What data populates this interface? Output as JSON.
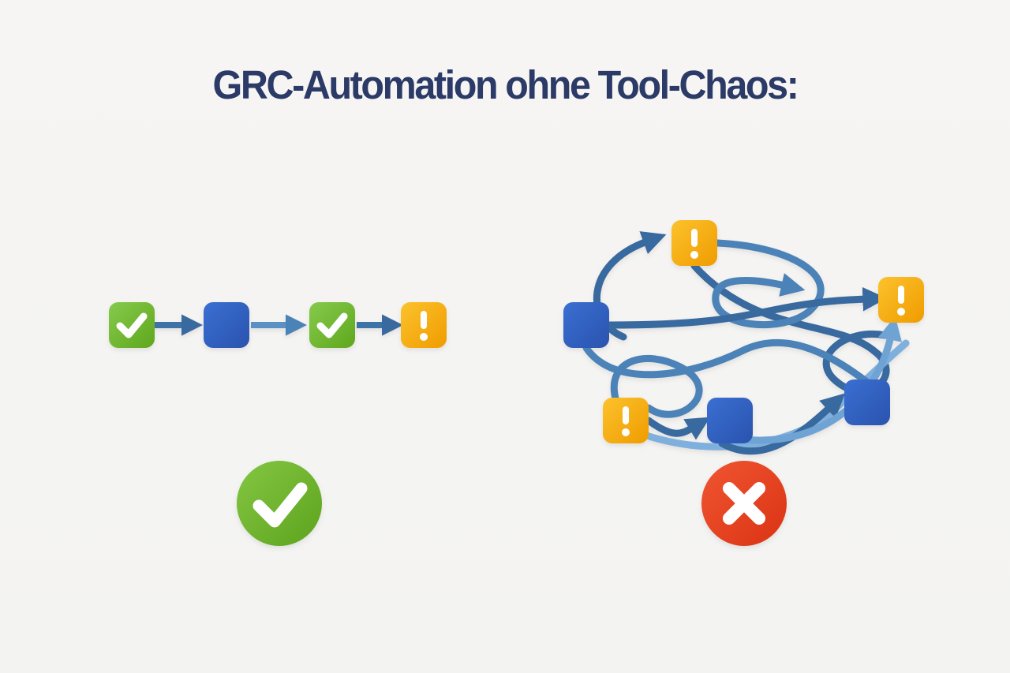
{
  "title": "GRC-Automation ohne Tool-Chaos:",
  "colors": {
    "background": "#f4f4f2",
    "title_text": "#2b3a66",
    "node_blue": "#2e62c6",
    "node_green": "#6fb52c",
    "node_yellow": "#f6a500",
    "arrow_dark_blue": "#38699f",
    "arrow_mid_blue": "#4b82b8",
    "arrow_light_blue": "#7fb0dd",
    "success_green": "#6fb52c",
    "error_red": "#e5411f",
    "glyph_white": "#ffffff"
  },
  "left_flow": {
    "label": "ordered-linear-process",
    "nodes": [
      {
        "id": "L1",
        "type": "check",
        "icon": "checkmark-square-icon"
      },
      {
        "id": "L2",
        "type": "task",
        "icon": "task-square-icon"
      },
      {
        "id": "L3",
        "type": "check",
        "icon": "checkmark-square-icon"
      },
      {
        "id": "L4",
        "type": "warning",
        "icon": "exclamation-square-icon"
      }
    ],
    "edges": [
      {
        "from": "L1",
        "to": "L2"
      },
      {
        "from": "L2",
        "to": "L3"
      },
      {
        "from": "L3",
        "to": "L4"
      }
    ],
    "verdict": {
      "type": "success",
      "icon": "success-check-circle-icon"
    }
  },
  "right_flow": {
    "label": "chaotic-tangled-process",
    "nodes": [
      {
        "id": "R1",
        "type": "task",
        "icon": "task-square-icon"
      },
      {
        "id": "R2",
        "type": "warning",
        "icon": "exclamation-square-icon"
      },
      {
        "id": "R3",
        "type": "warning",
        "icon": "exclamation-square-icon"
      },
      {
        "id": "R4",
        "type": "warning",
        "icon": "exclamation-square-icon"
      },
      {
        "id": "R5",
        "type": "task",
        "icon": "task-square-icon"
      },
      {
        "id": "R6",
        "type": "task",
        "icon": "task-square-icon"
      }
    ],
    "style": "tangled-crossing-arrows",
    "verdict": {
      "type": "failure",
      "icon": "error-cross-circle-icon"
    }
  }
}
